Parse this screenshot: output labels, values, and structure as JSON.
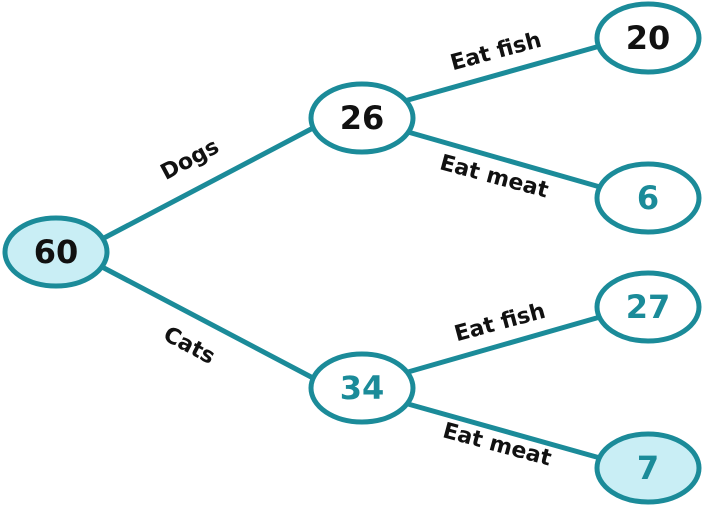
{
  "colors": {
    "stroke": "#1b8b99",
    "shaded_fill": "#c9eef5",
    "plain_fill": "#ffffff",
    "given_text": "#111111",
    "answer_text": "#1b8b99"
  },
  "nodes": {
    "root": {
      "value": "60",
      "shaded": true,
      "answer": false
    },
    "dogs": {
      "value": "26",
      "shaded": false,
      "answer": false
    },
    "cats": {
      "value": "34",
      "shaded": false,
      "answer": true
    },
    "dogs_fish": {
      "value": "20",
      "shaded": false,
      "answer": false
    },
    "dogs_meat": {
      "value": "6",
      "shaded": false,
      "answer": true
    },
    "cats_fish": {
      "value": "27",
      "shaded": false,
      "answer": true
    },
    "cats_meat": {
      "value": "7",
      "shaded": true,
      "answer": true
    }
  },
  "edges": {
    "dogs": "Dogs",
    "cats": "Cats",
    "dogs_fish": "Eat fish",
    "dogs_meat": "Eat meat",
    "cats_fish": "Eat fish",
    "cats_meat": "Eat meat"
  }
}
